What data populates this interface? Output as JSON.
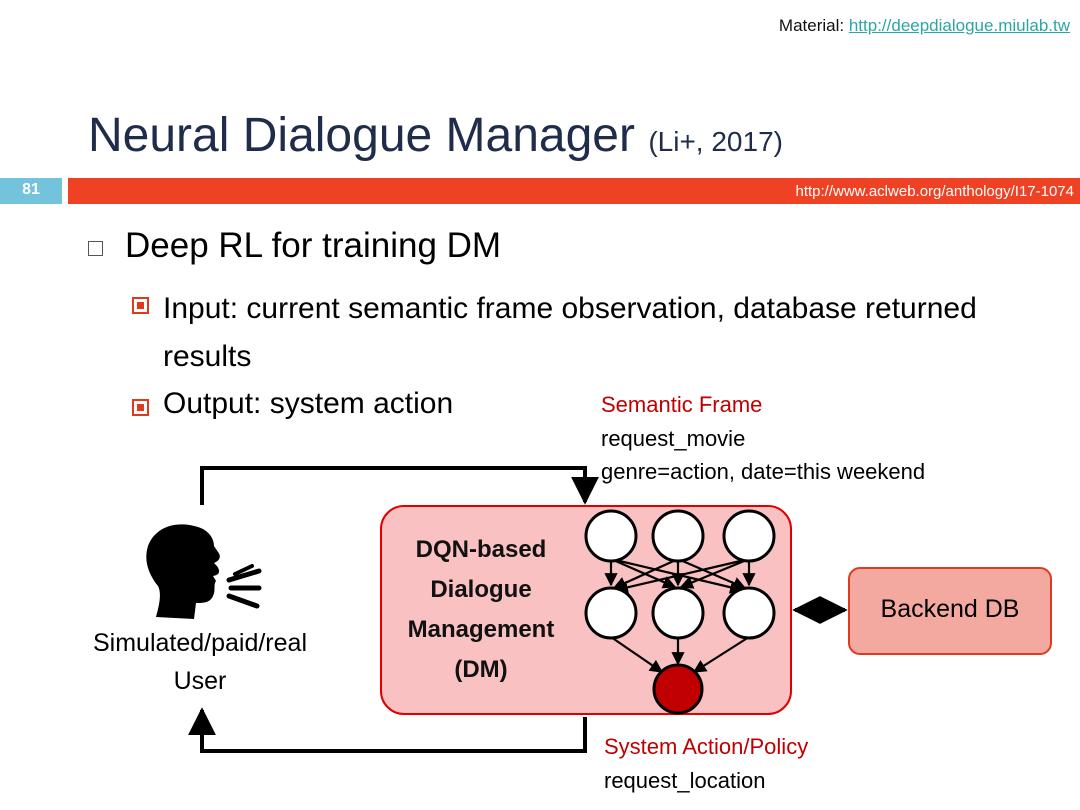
{
  "material": {
    "prefix": "Material: ",
    "link": "http://deepdialogue.miulab.tw"
  },
  "title": {
    "main": "Neural Dialogue Manager ",
    "cite": "(Li+, 2017)"
  },
  "slide_number": "81",
  "reference_url": "http://www.aclweb.org/anthology/I17-1074",
  "bullets": {
    "b1": "Deep RL for training DM",
    "b2": "Input: current semantic frame observation, database returned results",
    "b3": "Output: system action"
  },
  "diagram": {
    "semantic_frame": {
      "title": "Semantic Frame",
      "line1": "request_movie",
      "line2": "genre=action, date=this weekend"
    },
    "user_label_line1": "Simulated/paid/real",
    "user_label_line2": "User",
    "dm_label": {
      "line1": "DQN-based",
      "line2": "Dialogue",
      "line3": "Management",
      "line4": "(DM)"
    },
    "backend_db": "Backend DB",
    "system_action": {
      "title": "System Action/Policy",
      "line1": "request_location"
    },
    "colors": {
      "red_label": "#c00000",
      "dm_fill": "#f9c1c1",
      "dm_border": "#e00000",
      "db_fill": "#f4a9a0",
      "output_node": "#c00000"
    },
    "icons": [
      "speaking-head-icon"
    ]
  }
}
